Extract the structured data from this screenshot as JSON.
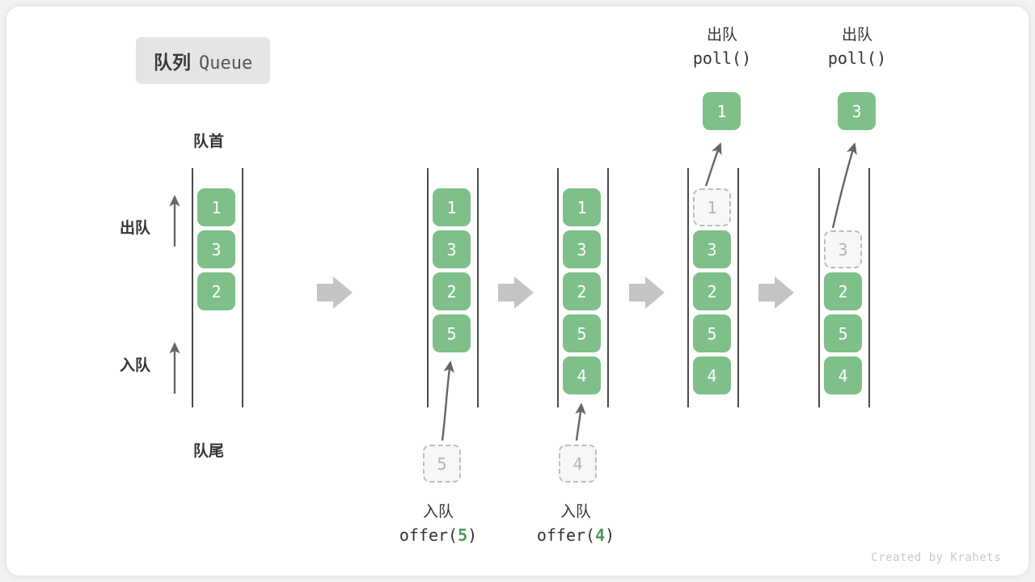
{
  "title": {
    "cn": "队列",
    "en": "Queue"
  },
  "labels": {
    "front": "队首",
    "rear": "队尾",
    "dequeue_arrow": "出队",
    "enqueue_arrow": "入队"
  },
  "colors": {
    "element": "#7fbf8a",
    "ghost_fill": "#f7f7f7",
    "ghost_border": "#bdbdbd",
    "rail": "#4a4a4a",
    "flow_arrow": "#c4c4c4",
    "accent_text": "#4a9a5b",
    "badge_bg": "#e5e5e5"
  },
  "columns": [
    {
      "name": "initial-queue",
      "slots": [
        {
          "value": "1",
          "state": "filled"
        },
        {
          "value": "3",
          "state": "filled"
        },
        {
          "value": "2",
          "state": "filled"
        },
        {
          "value": "",
          "state": "empty"
        },
        {
          "value": "",
          "state": "empty"
        },
        {
          "value": "",
          "state": "empty"
        }
      ]
    },
    {
      "name": "after-offer-5",
      "slots": [
        {
          "value": "1",
          "state": "filled"
        },
        {
          "value": "3",
          "state": "filled"
        },
        {
          "value": "2",
          "state": "filled"
        },
        {
          "value": "5",
          "state": "filled"
        },
        {
          "value": "",
          "state": "empty"
        },
        {
          "value": "",
          "state": "empty"
        }
      ],
      "incoming": {
        "value": "5",
        "state": "ghost"
      },
      "caption": {
        "cn": "入队",
        "code_prefix": "offer(",
        "arg": "5",
        "code_suffix": ")"
      }
    },
    {
      "name": "after-offer-4",
      "slots": [
        {
          "value": "1",
          "state": "filled"
        },
        {
          "value": "3",
          "state": "filled"
        },
        {
          "value": "2",
          "state": "filled"
        },
        {
          "value": "5",
          "state": "filled"
        },
        {
          "value": "4",
          "state": "filled"
        },
        {
          "value": "",
          "state": "empty"
        }
      ],
      "incoming": {
        "value": "4",
        "state": "ghost"
      },
      "caption": {
        "cn": "入队",
        "code_prefix": "offer(",
        "arg": "4",
        "code_suffix": ")"
      }
    },
    {
      "name": "after-poll-1",
      "slots": [
        {
          "value": "1",
          "state": "ghost"
        },
        {
          "value": "3",
          "state": "filled"
        },
        {
          "value": "2",
          "state": "filled"
        },
        {
          "value": "5",
          "state": "filled"
        },
        {
          "value": "4",
          "state": "filled"
        },
        {
          "value": "",
          "state": "empty"
        }
      ],
      "outgoing": {
        "value": "1",
        "state": "filled"
      },
      "caption_top": {
        "cn": "出队",
        "code": "poll()"
      }
    },
    {
      "name": "after-poll-3",
      "slots": [
        {
          "value": "",
          "state": "empty"
        },
        {
          "value": "3",
          "state": "ghost"
        },
        {
          "value": "2",
          "state": "filled"
        },
        {
          "value": "5",
          "state": "filled"
        },
        {
          "value": "4",
          "state": "filled"
        },
        {
          "value": "",
          "state": "empty"
        }
      ],
      "outgoing": {
        "value": "3",
        "state": "filled"
      },
      "caption_top": {
        "cn": "出队",
        "code": "poll()"
      }
    }
  ],
  "watermark": "Created by Krahets"
}
